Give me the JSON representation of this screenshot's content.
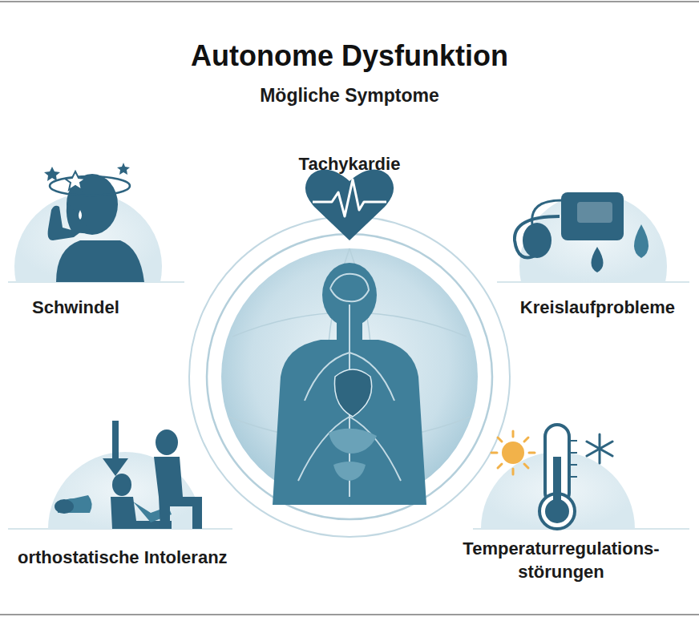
{
  "diagram": {
    "title": "Autonome Dysfunktion",
    "labels": [
      "Mögliche Symptome",
      "Tachykardie",
      "Schwindel",
      "Kreislaufprobleme",
      "orthostatische Intoleranz",
      "Temperaturregulations- störungen"
    ]
  }
}
